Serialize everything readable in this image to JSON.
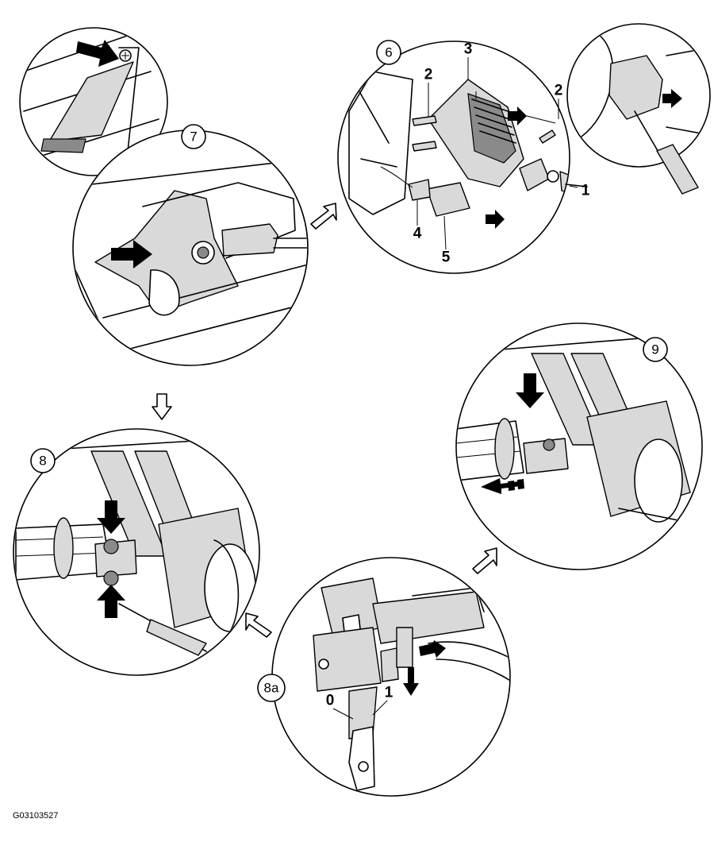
{
  "diagram": {
    "steps": {
      "s6": "6",
      "s7": "7",
      "s8": "8",
      "s8a": "8a",
      "s9": "9"
    },
    "parts": {
      "p1": "1",
      "p2a": "2",
      "p2b": "2",
      "p3": "3",
      "p4": "4",
      "p5": "5"
    },
    "key_positions": {
      "k0": "0",
      "k1": "1"
    },
    "reference_code": "G03103527"
  }
}
